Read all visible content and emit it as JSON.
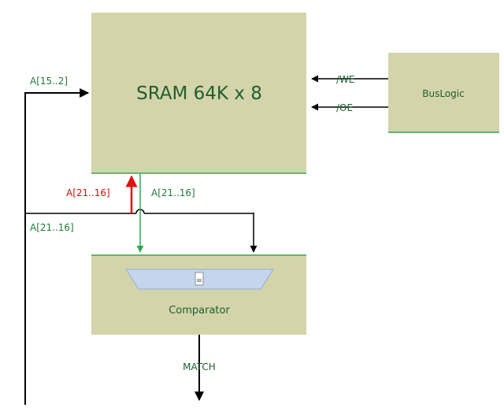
{
  "sram": {
    "label": "SRAM 64K x 8"
  },
  "buslogic": {
    "label": "BusLogic"
  },
  "comparator": {
    "label": "Comparator",
    "symbol": "="
  },
  "signals": {
    "addr_low": "A[15..2]",
    "addr_high_out": "A[21..16]",
    "addr_high_in": "A[21..16]",
    "addr_high_bus": "A[21..16]",
    "we": "/WE",
    "oe": "/OE",
    "match": "MATCH"
  },
  "colors": {
    "block_fill": "#d4d4aa",
    "block_edge": "#2fa84f",
    "wire": "#000000",
    "green_wire": "#2fa84f",
    "red_wire": "#e0120e",
    "green_text": "#1f7a3c",
    "red_text": "#c41610",
    "comparator_fill": "#c5d6ec"
  }
}
